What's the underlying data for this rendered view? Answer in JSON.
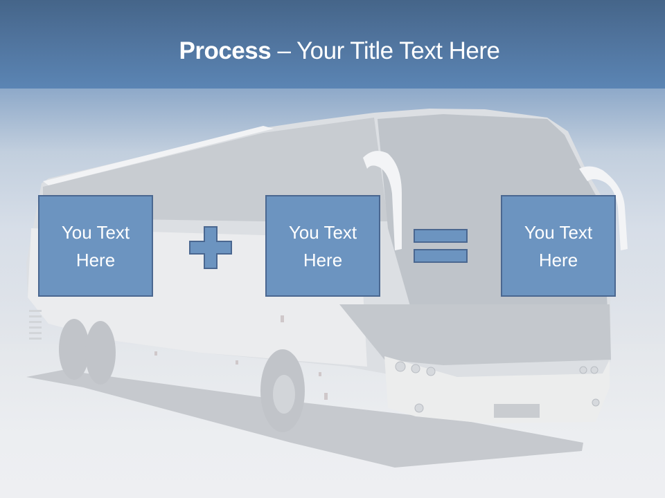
{
  "slide": {
    "title_bold": "Process",
    "title_rest": " – Your Title Text Here",
    "background_image": "white-coach-bus"
  },
  "process": {
    "steps": [
      {
        "line1": "You Text",
        "line2": "Here"
      },
      {
        "line1": "You Text",
        "line2": "Here"
      },
      {
        "line1": "You Text",
        "line2": "Here"
      }
    ],
    "operators": [
      "plus-icon",
      "equals-icon"
    ]
  },
  "colors": {
    "header_top": "#456589",
    "header_bottom": "#5b85b4",
    "box_fill": "#6c94c0",
    "box_border": "#4a6790",
    "text": "#ffffff"
  }
}
